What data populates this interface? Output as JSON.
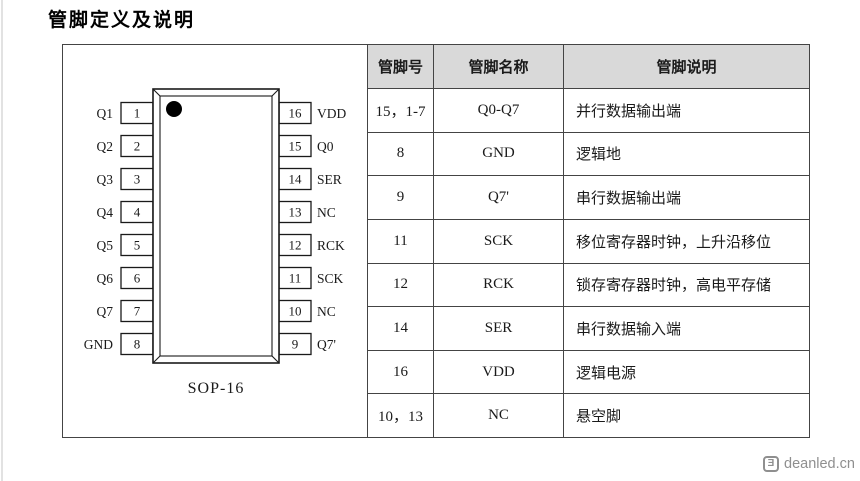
{
  "page": {
    "title": "管脚定义及说明"
  },
  "watermark": {
    "logo_glyph": "Ǝ",
    "text": "deanled.cn"
  },
  "diagram": {
    "package_label": "SOP-16",
    "left_pins": [
      {
        "label": "Q1",
        "number": "1"
      },
      {
        "label": "Q2",
        "number": "2"
      },
      {
        "label": "Q3",
        "number": "3"
      },
      {
        "label": "Q4",
        "number": "4"
      },
      {
        "label": "Q5",
        "number": "5"
      },
      {
        "label": "Q6",
        "number": "6"
      },
      {
        "label": "Q7",
        "number": "7"
      },
      {
        "label": "GND",
        "number": "8"
      }
    ],
    "right_pins": [
      {
        "label": "VDD",
        "number": "16"
      },
      {
        "label": "Q0",
        "number": "15"
      },
      {
        "label": "SER",
        "number": "14"
      },
      {
        "label": "NC",
        "number": "13"
      },
      {
        "label": "RCK",
        "number": "12"
      },
      {
        "label": "SCK",
        "number": "11"
      },
      {
        "label": "NC",
        "number": "10"
      },
      {
        "label": "Q7'",
        "number": "9"
      }
    ]
  },
  "pin_table": {
    "headers": [
      "管脚号",
      "管脚名称",
      "管脚说明"
    ],
    "rows": [
      {
        "pin": "15，1-7",
        "name": "Q0-Q7",
        "description": "并行数据输出端"
      },
      {
        "pin": "8",
        "name": "GND",
        "description": "逻辑地"
      },
      {
        "pin": "9",
        "name": "Q7'",
        "description": "串行数据输出端"
      },
      {
        "pin": "11",
        "name": "SCK",
        "description": "移位寄存器时钟，上升沿移位"
      },
      {
        "pin": "12",
        "name": "RCK",
        "description": "锁存寄存器时钟，高电平存储"
      },
      {
        "pin": "14",
        "name": "SER",
        "description": "串行数据输入端"
      },
      {
        "pin": "16",
        "name": "VDD",
        "description": "逻辑电源"
      },
      {
        "pin": "10，13",
        "name": "NC",
        "description": "悬空脚"
      }
    ]
  },
  "colors": {
    "header_bg": "#d9d9d9",
    "line": "#444444",
    "text": "#1a1a1a",
    "watermark_gray": "#8f8f8f"
  }
}
